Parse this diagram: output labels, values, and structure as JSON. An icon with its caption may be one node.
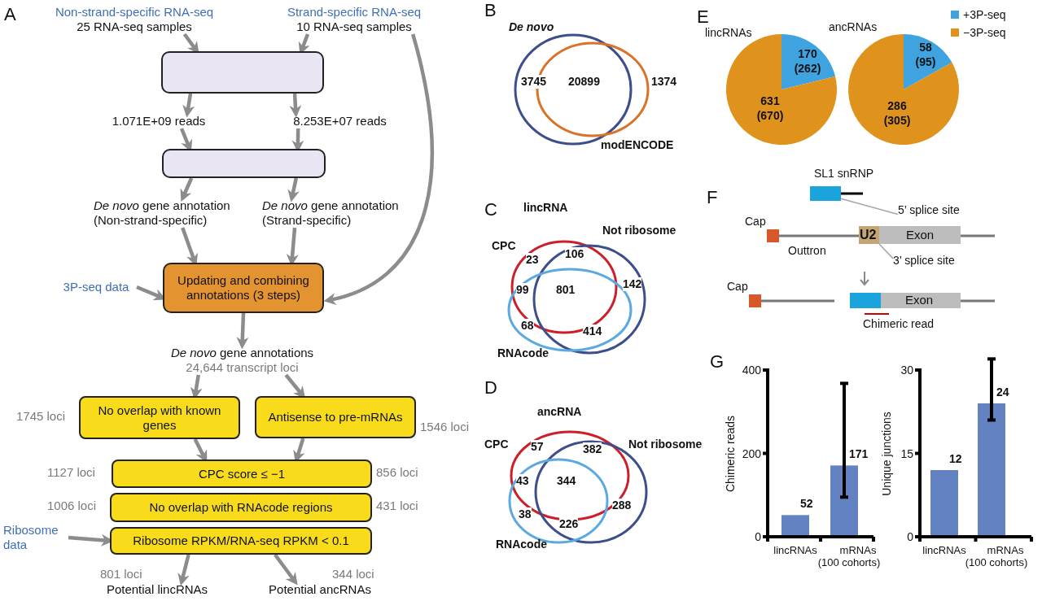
{
  "diagram": {
    "nodes": [
      {
        "text": [
          "Non-strand-specific RNA-seq",
          "25 RNA-seq samples"
        ]
      },
      {
        "text": [
          "Strand-specific RNA-seq",
          "10 RNA-seq samples"
        ]
      },
      {
        "text": [],
        "shape": "box"
      },
      {
        "text": [
          "1.071E+09 reads"
        ]
      },
      {
        "text": [
          "8.253E+07 reads"
        ]
      },
      {
        "text": [],
        "shape": "box"
      },
      {
        "text": [
          "*De novo* gene annotation (Non-strand-specific)"
        ]
      },
      {
        "text": [
          "*De novo* gene annotation (Strand-specific)"
        ]
      },
      {
        "text": [
          "3P-seq data"
        ]
      },
      {
        "text": [
          "Updating and combining annotations (3 steps)"
        ]
      },
      {
        "text": [
          "*De novo* gene annotations",
          "24,644 transcript loci"
        ]
      },
      {
        "text": [
          "No overlap with known genes"
        ],
        "beside": [
          "1745 loci"
        ]
      },
      {
        "text": [
          "Antisense to pre-mRNAs"
        ],
        "beside": [
          "1546 loci"
        ]
      },
      {
        "text": [
          "CPC score ≤ −1"
        ],
        "beside": [
          "1127 loci",
          "856 loci"
        ]
      },
      {
        "text": [
          "No overlap with RNAcode regions"
        ],
        "beside": [
          "1006 loci",
          "431 loci"
        ]
      },
      {
        "text": [
          "Ribosome data"
        ]
      },
      {
        "text": [
          "Ribosome RPKM/RNA-seq RPKM < 0.1"
        ]
      },
      {
        "text": [
          "Potential lincRNAs"
        ],
        "beside": [
          "801 loci"
        ]
      },
      {
        "text": [
          "Potential ancRNAs"
        ],
        "beside": [
          "344 loci"
        ]
      },
      {
        "text": [
          "5’ splice site"
        ]
      },
      {
        "text": [
          "3’ splice site"
        ]
      },
      {
        "text": [],
        "shape": "box",
        "beside": [
          "SL1 snRNP"
        ]
      },
      {
        "text": [
          "Exon"
        ]
      }
    ],
    "edges": [
      {
        "from": 0,
        "to": 2,
        "arrow": "to"
      },
      {
        "from": 1,
        "to": 2,
        "arrow": "to"
      },
      {
        "from": 2,
        "to": 3,
        "arrow": "to"
      },
      {
        "from": 2,
        "to": 4,
        "arrow": "to"
      },
      {
        "from": 3,
        "to": 5,
        "arrow": "to"
      },
      {
        "from": 4,
        "to": 5,
        "arrow": "to"
      },
      {
        "from": 5,
        "to": 6,
        "arrow": "to"
      },
      {
        "from": 5,
        "to": 7,
        "arrow": "to"
      },
      {
        "from": 6,
        "to": 9,
        "arrow": "to"
      },
      {
        "from": 7,
        "to": 9,
        "arrow": "to"
      },
      {
        "from": 1,
        "to": 9,
        "arrow": "to"
      },
      {
        "from": 8,
        "to": 9,
        "arrow": "to"
      },
      {
        "from": 9,
        "to": 10,
        "arrow": "to"
      },
      {
        "from": 10,
        "to": 11,
        "arrow": "to"
      },
      {
        "from": 10,
        "to": 12,
        "arrow": "to"
      },
      {
        "from": 11,
        "to": 13,
        "arrow": "to"
      },
      {
        "from": 12,
        "to": 13,
        "arrow": "to"
      },
      {
        "from": 15,
        "to": 16,
        "arrow": "to"
      },
      {
        "from": 16,
        "to": 17,
        "arrow": "to"
      },
      {
        "from": 16,
        "to": 18,
        "arrow": "to"
      },
      {
        "from": 19,
        "to": 21,
        "arrow": "none",
        "color": "#a6a6a6"
      },
      {
        "from": 20,
        "to": 22,
        "arrow": "none",
        "color": "#a6a6a6"
      }
    ],
    "labels": [
      "A",
      "B",
      "De novo",
      "3745",
      "20899",
      "1374",
      "modENCODE",
      "C",
      "lincRNA",
      "CPC",
      "Not ribosome",
      "23",
      "106",
      "99",
      "801",
      "142",
      "68",
      "414",
      "RNAcode",
      "D",
      "ancRNA",
      "CPC",
      "57",
      "382",
      "Not ribosome",
      "43",
      "344",
      "288",
      "38",
      "226",
      "RNAcode",
      "E",
      "lincRNAs",
      "ancRNAs",
      "170 (262)",
      "58 (95)",
      "631 (670)",
      "286 (305)",
      "F",
      "Cap",
      "U2",
      "Outtron",
      "Cap",
      "Exon",
      "Chimeric read",
      "G"
    ],
    "legend": [
      {
        "text": "+3P-seq",
        "color": "#3fa3e0"
      },
      {
        "text": "−3P-seq",
        "color": "#e0931c"
      }
    ],
    "chart_data": [
      {
        "type": "bar",
        "ylabel": "Chimeric reads",
        "categories": [
          "lincRNAs",
          "mRNAs (100 cohorts)"
        ],
        "values": [
          52,
          171
        ],
        "errors": [
          null,
          [
            95,
            368
          ]
        ],
        "ylim": [
          0,
          400
        ],
        "yticks": [
          0,
          200,
          400
        ],
        "data_labels": true
      },
      {
        "type": "bar",
        "ylabel": "Unique junctions",
        "categories": [
          "lincRNAs",
          "mRNAs (100 cohorts)"
        ],
        "values": [
          12,
          24
        ],
        "errors": [
          null,
          [
            21,
            32
          ]
        ],
        "ylim": [
          0,
          30
        ],
        "yticks": [
          0,
          15,
          30
        ],
        "data_labels": true
      }
    ]
  }
}
